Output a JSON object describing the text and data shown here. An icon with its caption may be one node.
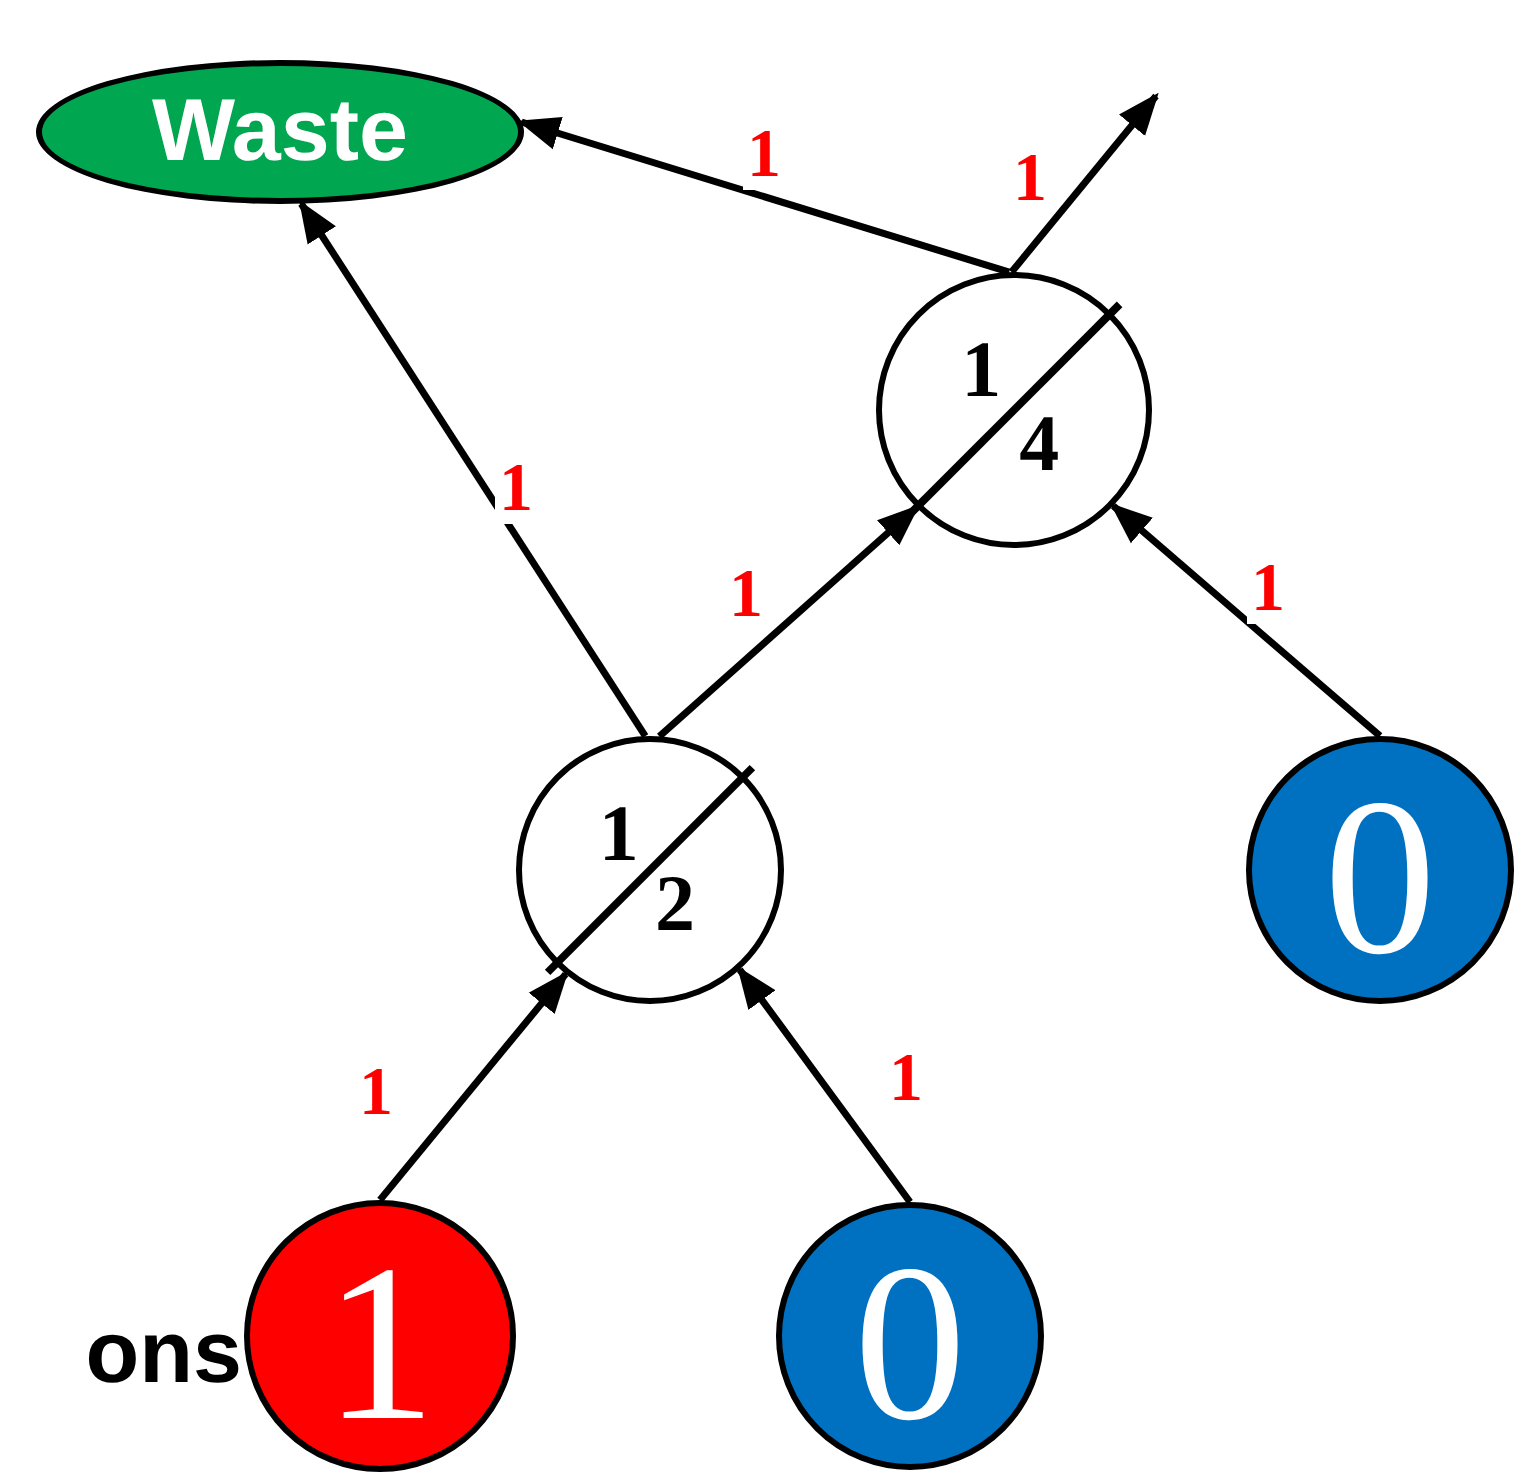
{
  "diagram": {
    "nodes": [
      {
        "text": [
          "Waste"
        ]
      },
      {
        "text": [
          "1",
          "4"
        ]
      },
      {
        "text": [
          "1",
          "2"
        ]
      },
      {
        "text": [
          "0"
        ]
      },
      {
        "text": [
          "1"
        ],
        "beside": [
          "ons"
        ]
      },
      {
        "text": [
          "0"
        ]
      }
    ],
    "edges": [
      {
        "from": 1,
        "to": 0,
        "arrow": "to",
        "label": "1"
      },
      {
        "from": 1,
        "to": null,
        "arrow": "to",
        "label": "1"
      },
      {
        "from": 2,
        "to": 0,
        "arrow": "to",
        "label": "1"
      },
      {
        "from": 2,
        "to": 1,
        "arrow": "to",
        "label": "1"
      },
      {
        "from": 3,
        "to": 1,
        "arrow": "to",
        "label": "1"
      },
      {
        "from": 4,
        "to": 2,
        "arrow": "to",
        "label": "1"
      },
      {
        "from": 5,
        "to": 2,
        "arrow": "to",
        "label": "1"
      }
    ]
  }
}
